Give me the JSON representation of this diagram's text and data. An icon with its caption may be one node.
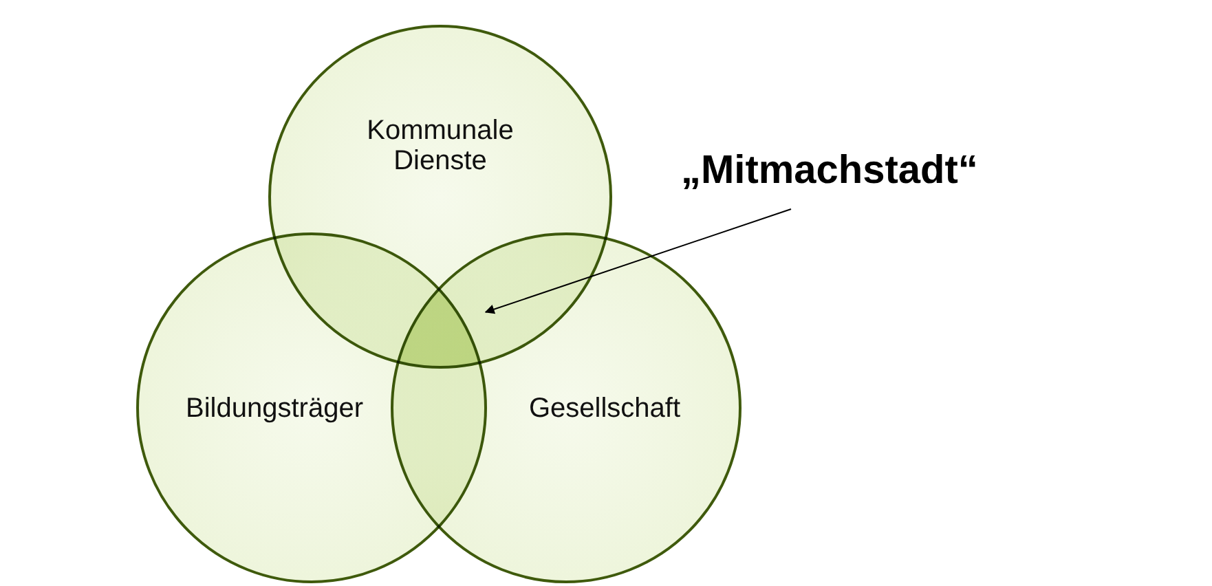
{
  "diagram": {
    "nodes": [
      {
        "text": [
          "Kommunale Dienste"
        ]
      },
      {
        "text": [
          "Bildungsträger"
        ]
      },
      {
        "text": [
          "Gesellschaft"
        ]
      },
      {
        "text": [
          "„Mitmachstadt“"
        ]
      },
      {
        "text": [],
        "shape": "region"
      }
    ],
    "edges": [
      {
        "from": 3,
        "to": 4,
        "arrow": "to"
      }
    ]
  }
}
